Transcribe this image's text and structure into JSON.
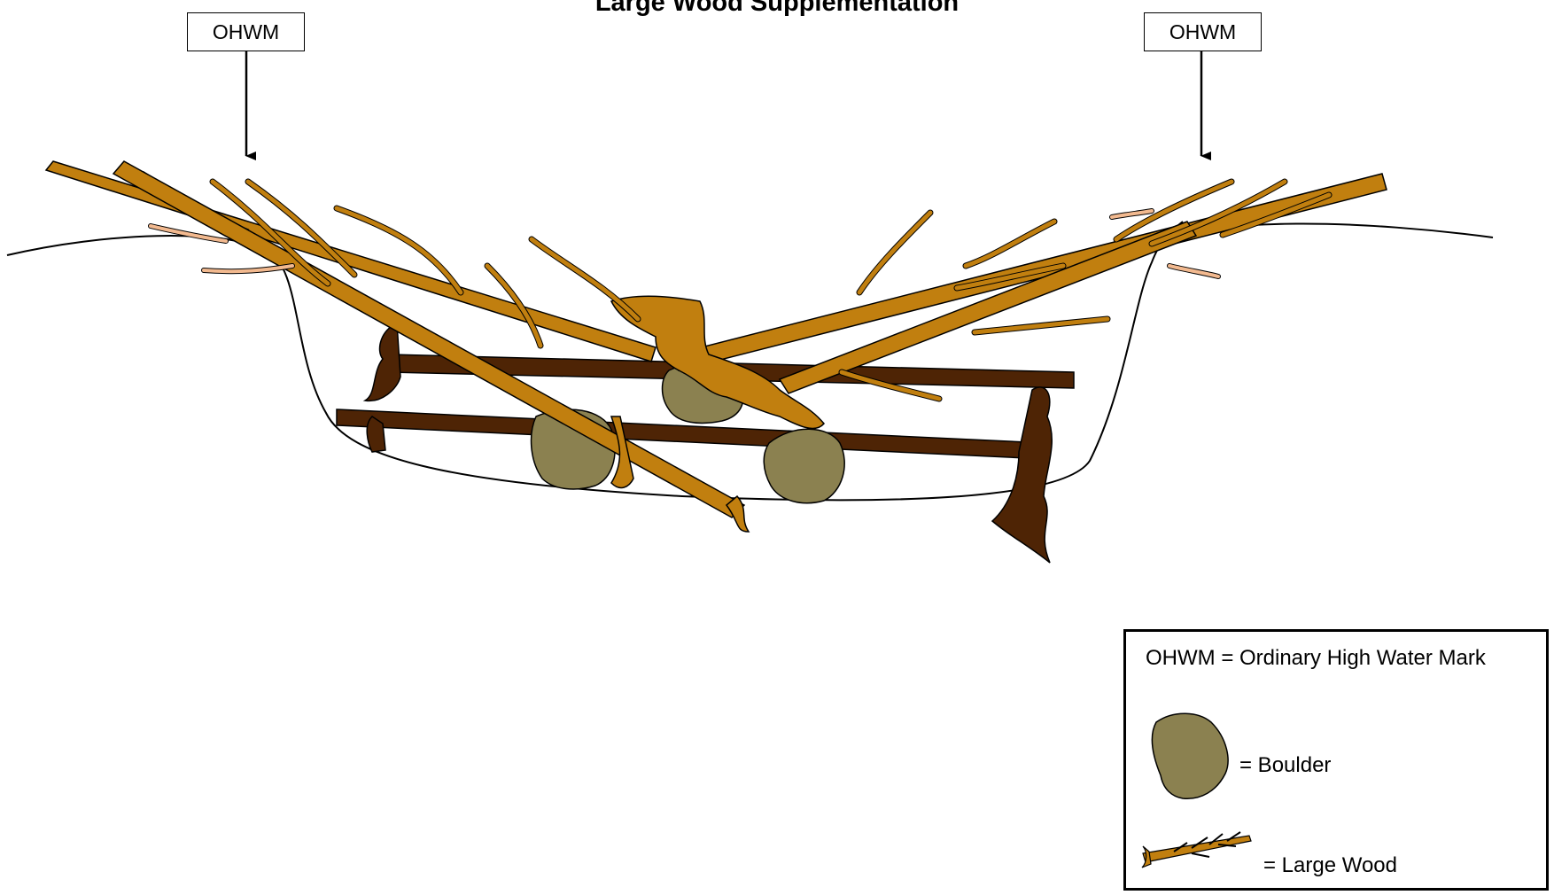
{
  "title": "Large Wood Supplementation",
  "markers": {
    "left_label": "OHWM",
    "right_label": "OHWM"
  },
  "legend": {
    "definition": "OHWM = Ordinary High Water Mark",
    "items": [
      {
        "icon": "boulder-icon",
        "label": "=  Boulder"
      },
      {
        "icon": "large-wood-icon",
        "label": "=  Large Wood"
      }
    ]
  },
  "colors": {
    "large_wood": "#c17f0f",
    "buried_wood": "#4e2405",
    "boulder": "#8b8150",
    "branch_light": "#f2b98f",
    "outline": "#000000"
  }
}
